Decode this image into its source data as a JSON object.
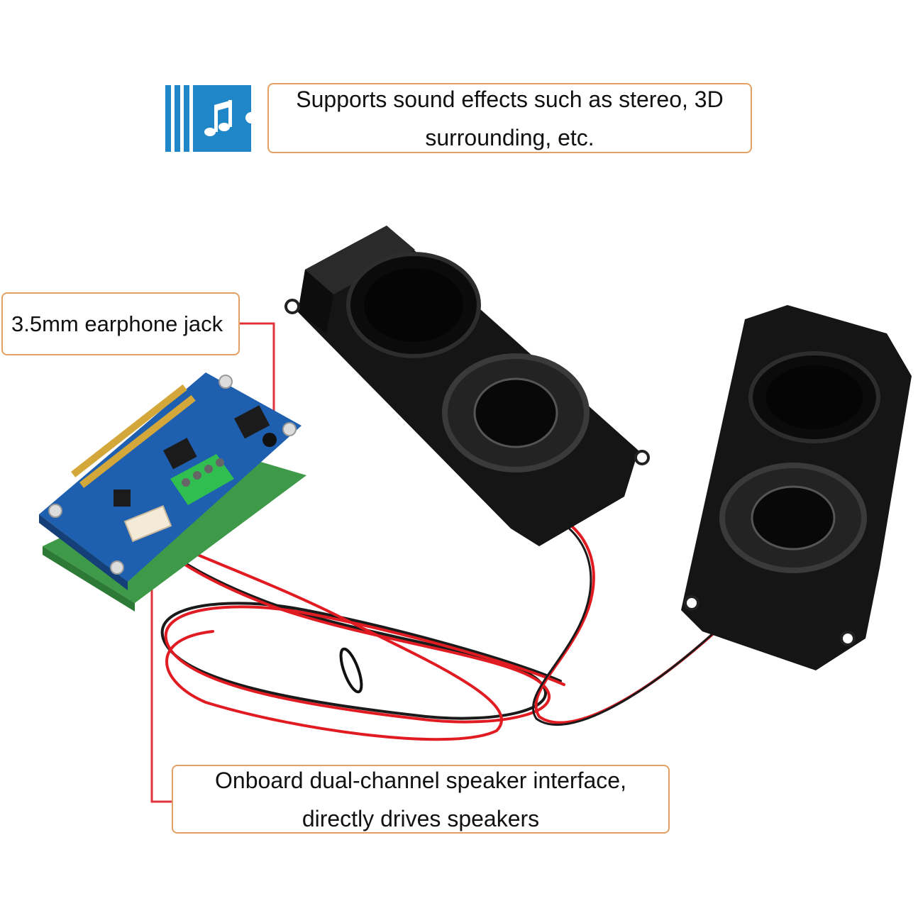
{
  "callouts": {
    "top_line1": "Supports sound effects such as stereo, 3D",
    "top_line2": "surrounding, etc.",
    "jack": "3.5mm earphone jack",
    "bottom_line1": "Onboard dual-channel speaker interface,",
    "bottom_line2": "directly drives speakers"
  },
  "icons": {
    "audio": "music-note-icon",
    "accent": "#1f86c8"
  },
  "colors": {
    "callout_border": "#e3a063",
    "leader_line": "#e0333c",
    "board": "#1f5fb0",
    "speaker": "#151515",
    "wire_red": "#e11b22"
  }
}
